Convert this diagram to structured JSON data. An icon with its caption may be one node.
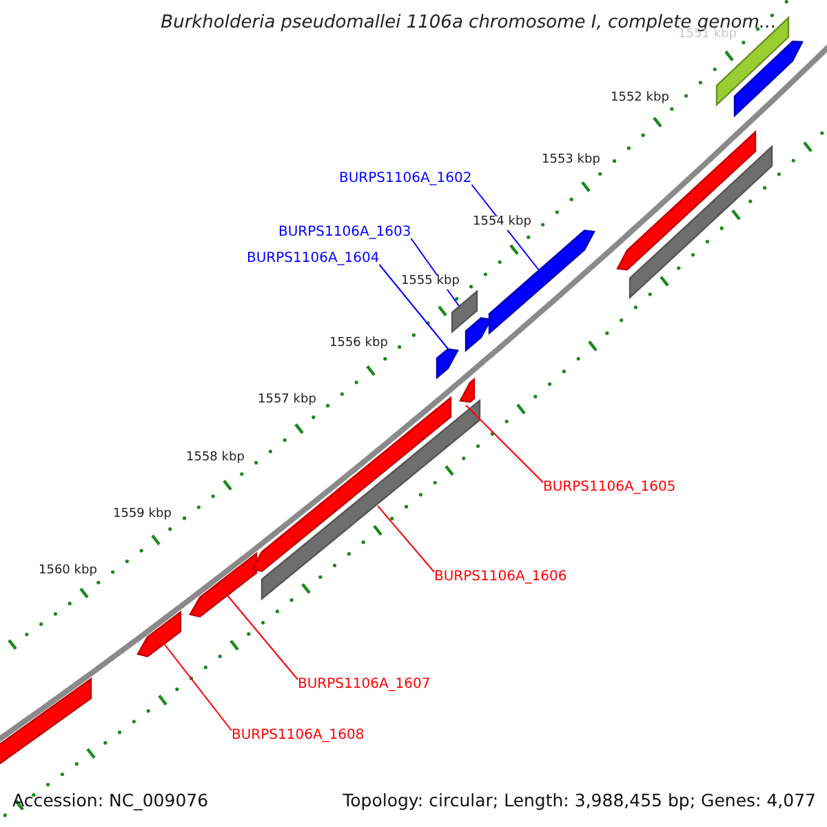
{
  "diagram": {
    "title": "Burkholderia pseudomallei 1106a chromosome I, complete genom...",
    "nodes": [
      {
        "text": [
          "BURPS1106A_1602"
        ]
      },
      {
        "text": [
          "BURPS1106A_1603"
        ]
      },
      {
        "text": [
          "BURPS1106A_1604"
        ]
      },
      {
        "text": [
          "BURPS1106A_1605"
        ]
      },
      {
        "text": [
          "BURPS1106A_1606"
        ]
      },
      {
        "text": [
          "BURPS1106A_1607"
        ]
      },
      {
        "text": [
          "BURPS1106A_1608"
        ]
      },
      {
        "text": [],
        "shape": "bar"
      },
      {
        "text": [],
        "shape": "bar"
      },
      {
        "text": [],
        "shape": "bar"
      },
      {
        "text": [],
        "shape": "bar"
      },
      {
        "text": [],
        "shape": "bar"
      },
      {
        "text": [],
        "shape": "bar"
      },
      {
        "text": [],
        "shape": "bar"
      },
      {
        "text": [],
        "shape": "bar"
      },
      {
        "text": [],
        "shape": "bar"
      },
      {
        "text": [],
        "shape": "bar"
      },
      {
        "text": [],
        "shape": "bar"
      },
      {
        "text": [],
        "shape": "bar"
      },
      {
        "text": [],
        "shape": "bar"
      },
      {
        "text": [],
        "shape": "bar"
      }
    ],
    "edges": [
      {
        "from": 0,
        "to": 13,
        "arrow": "none",
        "color": "#0000ff"
      },
      {
        "from": 1,
        "to": 11,
        "arrow": "none",
        "color": "#0000ff"
      },
      {
        "from": 2,
        "to": 10,
        "arrow": "none",
        "color": "#0000ff"
      },
      {
        "from": 3,
        "to": 12,
        "arrow": "none"
      },
      {
        "from": 4,
        "to": 9,
        "arrow": "none"
      },
      {
        "from": 5,
        "to": 8,
        "arrow": "none"
      },
      {
        "from": 6,
        "to": 7,
        "arrow": "none"
      }
    ],
    "labels": [
      "1551 kbp",
      "1552 kbp",
      "1553 kbp",
      "1554 kbp",
      "1555 kbp",
      "1556 kbp",
      "1557 kbp",
      "1558 kbp",
      "1559 kbp",
      "1560 kbp",
      "Accession: NC_009076",
      "Topology: circular; Length: 3,988,455 bp; Genes: 4,077"
    ]
  }
}
